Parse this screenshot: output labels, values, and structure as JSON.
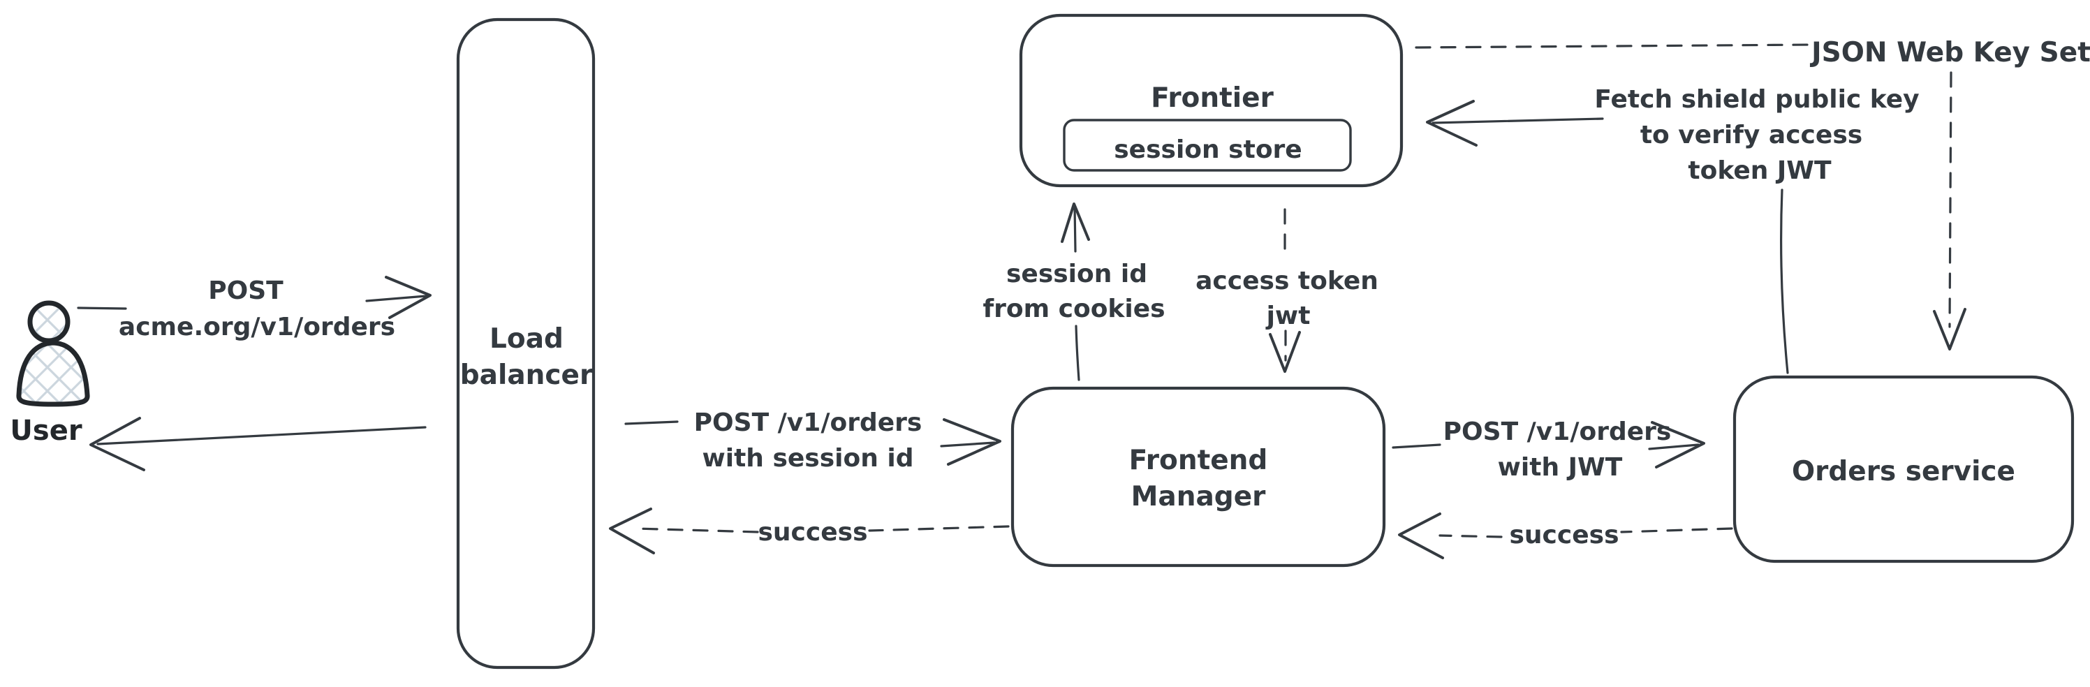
{
  "colors": {
    "stroke": "#343a40",
    "actor_stroke": "#23272b",
    "actor_hatch_fill": "#ccd6de",
    "background": "#ffffff"
  },
  "nodes": {
    "user": {
      "label": "User"
    },
    "load_balancer": {
      "lines": [
        "Load",
        "balancer"
      ]
    },
    "frontier": {
      "label": "Frontier"
    },
    "session_store": {
      "label": "session store"
    },
    "frontend_manager": {
      "lines": [
        "Frontend",
        "Manager"
      ]
    },
    "orders_service": {
      "label": "Orders service"
    },
    "jwks": {
      "label": "JSON Web Key Set"
    }
  },
  "edges": {
    "user_to_lb": {
      "lines": [
        "POST",
        "acme.org/v1/orders"
      ],
      "style": "solid"
    },
    "lb_to_user": {
      "style": "solid"
    },
    "lb_to_fm": {
      "lines": [
        "POST /v1/orders",
        "with session id"
      ],
      "style": "solid"
    },
    "fm_to_lb": {
      "label": "success",
      "style": "dashed"
    },
    "fm_to_frontier": {
      "lines": [
        "session id",
        "from cookies"
      ],
      "style": "solid"
    },
    "frontier_to_fm": {
      "lines": [
        "access token",
        "jwt"
      ],
      "style": "dashed"
    },
    "fm_to_orders": {
      "lines": [
        "POST /v1/orders",
        "with JWT"
      ],
      "style": "solid"
    },
    "orders_to_fm": {
      "label": "success",
      "style": "dashed"
    },
    "orders_to_frontier": {
      "lines": [
        "Fetch shield public key",
        "to verify access",
        "token JWT"
      ],
      "style": "solid"
    },
    "frontier_to_jwks": {
      "style": "dashed"
    },
    "jwks_to_orders": {
      "style": "dashed"
    }
  }
}
